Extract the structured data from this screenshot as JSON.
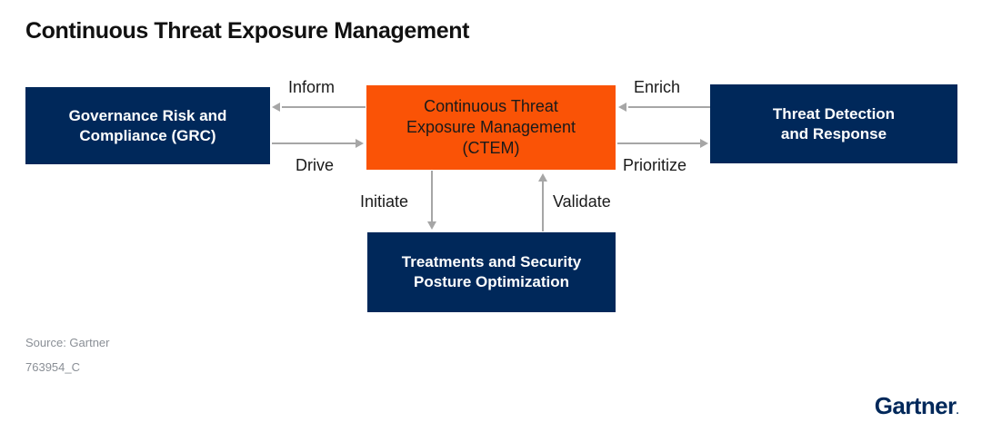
{
  "title": "Continuous Threat Exposure Management",
  "colors": {
    "navy": "#00285A",
    "orange": "#FA5306",
    "connector_gray": "#A6A6A6",
    "source_gray": "#8A8F96",
    "background": "#FFFFFF"
  },
  "diagram": {
    "type": "block-flow",
    "nodes": [
      {
        "id": "grc",
        "label": "Governance Risk and Compliance (GRC)",
        "fill": "#00285A",
        "text_color": "#FFFFFF",
        "position": "left"
      },
      {
        "id": "ctem",
        "label": "Continuous Threat Exposure Management (CTEM)",
        "fill": "#FA5306",
        "text_color": "#1A1A1A",
        "position": "center"
      },
      {
        "id": "tdr",
        "label": "Threat Detection and Response",
        "fill": "#00285A",
        "text_color": "#FFFFFF",
        "position": "right"
      },
      {
        "id": "tspo",
        "label": "Treatments and Security Posture Optimization",
        "fill": "#00285A",
        "text_color": "#FFFFFF",
        "position": "bottom"
      }
    ],
    "node_lines": {
      "grc": [
        "Governance Risk and",
        "Compliance (GRC)"
      ],
      "ctem": [
        "Continuous Threat",
        "Exposure Management",
        "(CTEM)"
      ],
      "tdr": [
        "Threat Detection",
        "and Response"
      ],
      "tspo": [
        "Treatments and Security",
        "Posture Optimization"
      ]
    },
    "edges": [
      {
        "id": "inform",
        "label": "Inform",
        "from": "ctem",
        "to": "grc",
        "direction": "left"
      },
      {
        "id": "drive",
        "label": "Drive",
        "from": "grc",
        "to": "ctem",
        "direction": "right"
      },
      {
        "id": "enrich",
        "label": "Enrich",
        "from": "tdr",
        "to": "ctem",
        "direction": "left"
      },
      {
        "id": "prioritize",
        "label": "Prioritize",
        "from": "ctem",
        "to": "tdr",
        "direction": "right"
      },
      {
        "id": "initiate",
        "label": "Initiate",
        "from": "ctem",
        "to": "tspo",
        "direction": "down"
      },
      {
        "id": "validate",
        "label": "Validate",
        "from": "tspo",
        "to": "ctem",
        "direction": "up"
      }
    ]
  },
  "footer": {
    "source": "Source: Gartner",
    "id": "763954_C",
    "logo": "Gartner",
    "logo_mark": "."
  }
}
